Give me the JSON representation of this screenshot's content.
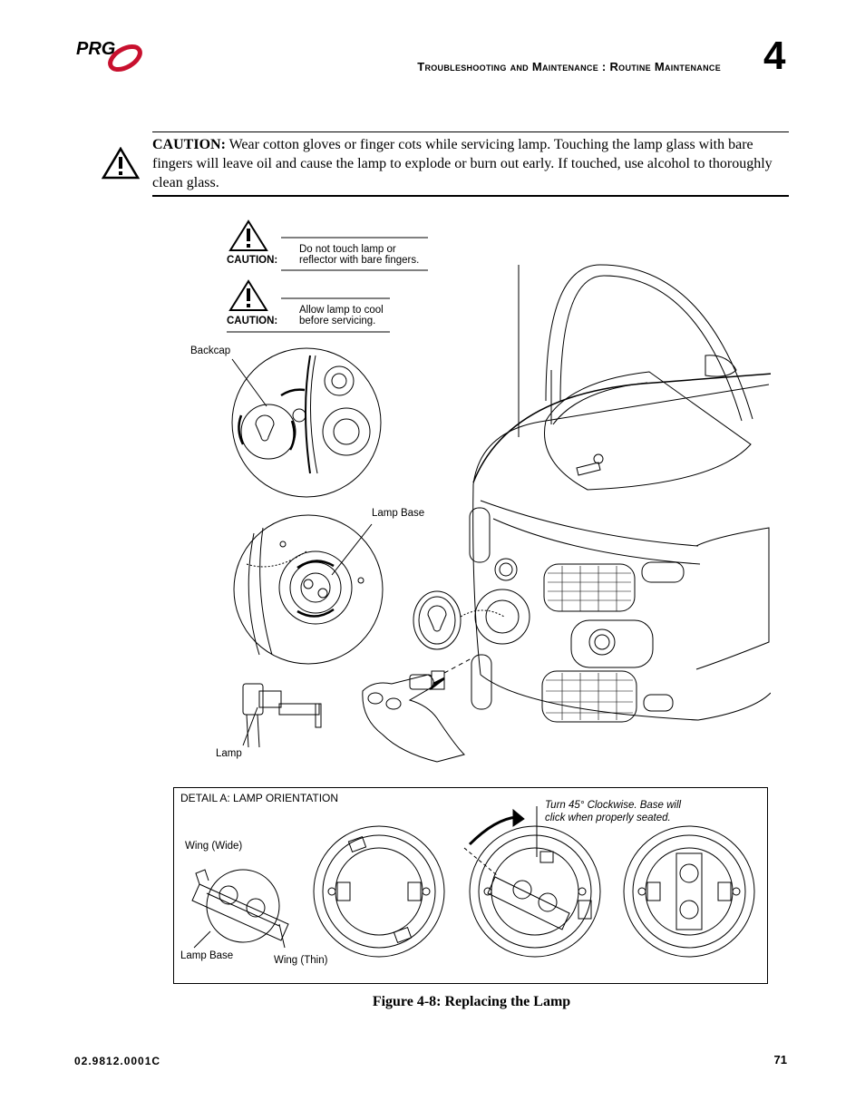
{
  "header": {
    "logo_text": "PRG",
    "section_title": "Troubleshooting and Maintenance : Routine Maintenance",
    "chapter_number": "4"
  },
  "caution": {
    "label": "CAUTION:",
    "text": "Wear cotton gloves or finger cots while servicing lamp. Touching the lamp glass with bare fingers will leave oil and cause the lamp to explode or burn out early. If touched, use alcohol to thoroughly clean glass."
  },
  "figure": {
    "caution_1": {
      "label": "CAUTION:",
      "line1": "Do not touch lamp or",
      "line2": "reflector with bare fingers."
    },
    "caution_2": {
      "label": "CAUTION:",
      "line1": "Allow lamp to cool",
      "line2": "before servicing."
    },
    "callouts": {
      "backcap": "Backcap",
      "lamp_base": "Lamp Base",
      "lamp": "Lamp"
    },
    "detail": {
      "title": "DETAIL A: LAMP ORIENTATION",
      "wing_wide": "Wing (Wide)",
      "lamp_base": "Lamp Base",
      "wing_thin": "Wing (Thin)",
      "turn_note_1": "Turn 45° Clockwise. Base will",
      "turn_note_2": "click when properly seated."
    },
    "caption": "Figure 4-8:  Replacing the Lamp"
  },
  "footer": {
    "doc_number": "02.9812.0001C",
    "page_number": "71"
  },
  "colors": {
    "brand_red": "#c8102e",
    "ink": "#000000"
  }
}
